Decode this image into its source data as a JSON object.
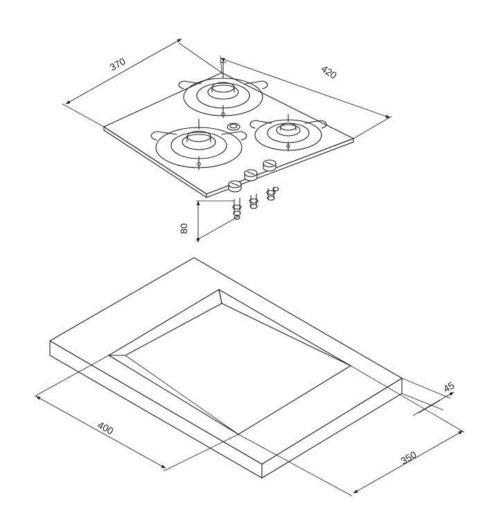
{
  "dimensions": {
    "hob_depth": "370",
    "hob_width": "420",
    "hob_height": "80",
    "cutout_width": "400",
    "cutout_depth": "350",
    "worktop_thickness": "45"
  },
  "colors": {
    "line": "#1a1a1a",
    "background": "#ffffff"
  }
}
